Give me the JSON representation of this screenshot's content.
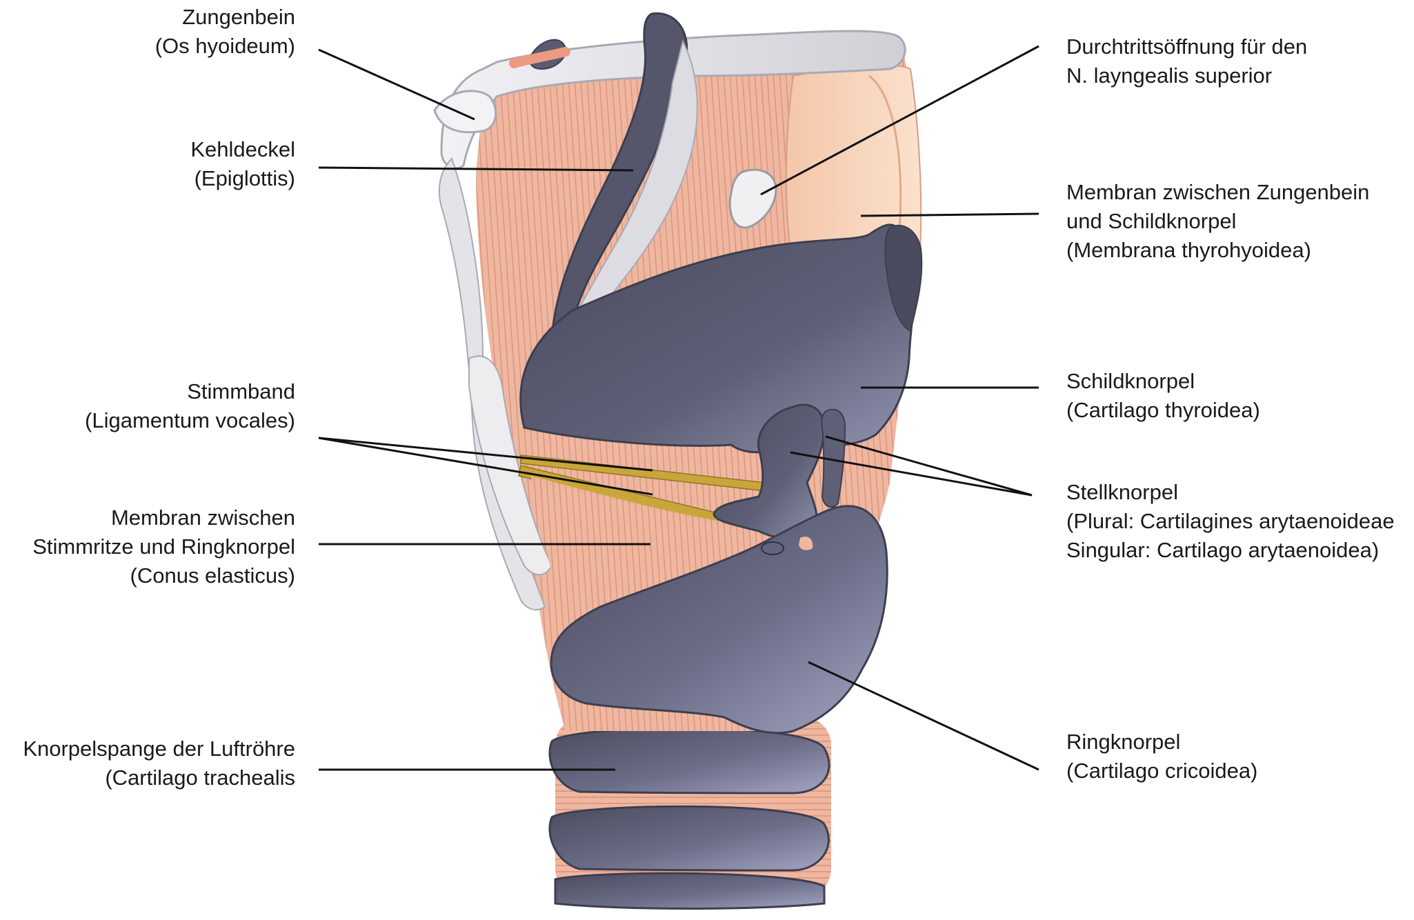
{
  "labels": {
    "zungenbein": [
      "Zungenbein",
      "(Os hyoideum)"
    ],
    "kehldeckel": [
      "Kehldeckel",
      "(Epiglottis)"
    ],
    "stimmband": [
      "Stimmband",
      "(Ligamentum vocales)"
    ],
    "conus": [
      "Membran zwischen",
      "Stimmritze und Ringknorpel",
      "(Conus elasticus)"
    ],
    "trachealis": [
      "Knorpelspange der Luftröhre",
      "(Cartilago trachealis"
    ],
    "durchtritt": [
      "Durchtrittsöffnung für den",
      "N. layngealis superior"
    ],
    "thyrohyoidea": [
      "Membran zwischen Zungenbein",
      "und Schildknorpel",
      "(Membrana thyrohyoidea)"
    ],
    "schildknorpel": [
      "Schildknorpel",
      "(Cartilago thyroidea)"
    ],
    "stellknorpel": [
      "Stellknorpel",
      "(Plural: Cartilagines arytaenoideae",
      "Singular: Cartilago arytaenoidea)"
    ],
    "ringknorpel": [
      "Ringknorpel",
      "(Cartilago cricoidea)"
    ]
  },
  "colors": {
    "cartilage_dark": "#55566b",
    "cartilage_light": "#8e90aa",
    "muscle": "#eeb39c",
    "muscle_line": "#cf8a74",
    "bone": "#e6e6ea",
    "ligament": "#c9a63a",
    "membrane": "#f6cfb4",
    "leader": "#111111"
  }
}
